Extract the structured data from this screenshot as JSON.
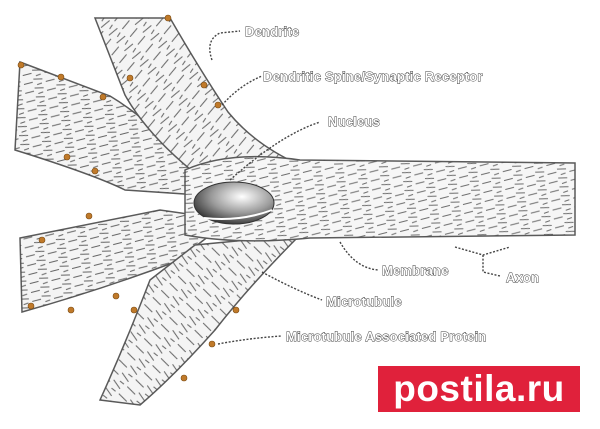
{
  "labels": {
    "dendrite": "Dendrite",
    "spine": "Dendritic Spine/Synaptic Receptor",
    "nucleus": "Nucleus",
    "membrane": "Membrane",
    "axon": "Axon",
    "microtubule": "Microtubule",
    "map": "Microtubule Associated Protein"
  },
  "watermark": "postila.ru",
  "colors": {
    "membrane_outline": "#5a5a5a",
    "spine_dot": "#c07a2a",
    "watermark_bg": "#e0213b"
  }
}
